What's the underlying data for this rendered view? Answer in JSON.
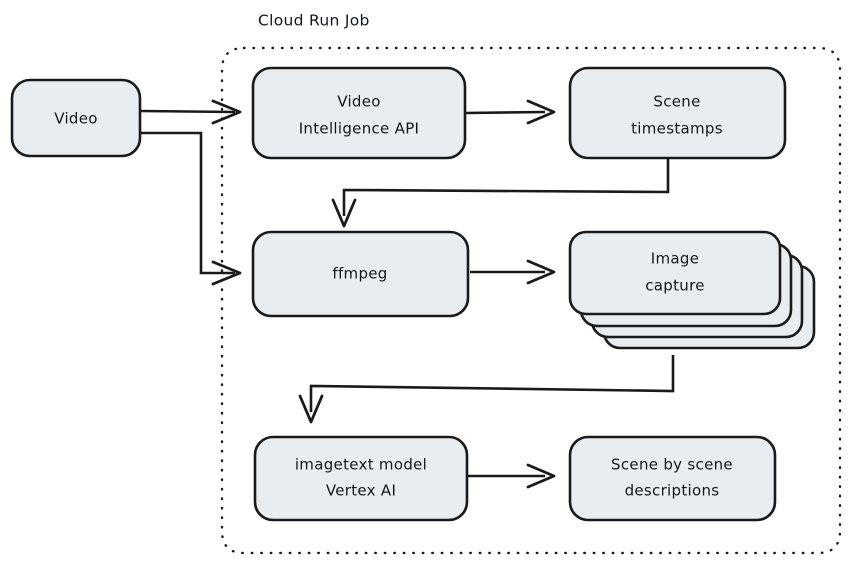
{
  "diagram": {
    "title": "Cloud Run Job",
    "colors": {
      "node_fill": "#e8edf1",
      "stroke": "#1a1a1a",
      "background": "#ffffff",
      "text": "#11181c"
    },
    "group": {
      "label": "Cloud Run Job",
      "border_style": "dotted"
    },
    "nodes": [
      {
        "id": "video",
        "lines": [
          "Video"
        ],
        "shape": "rounded-rect",
        "inside_group": false
      },
      {
        "id": "video-intelligence-api",
        "lines": [
          "Video",
          "Intelligence API"
        ],
        "shape": "rounded-rect",
        "inside_group": true
      },
      {
        "id": "scene-timestamps",
        "lines": [
          "Scene",
          "timestamps"
        ],
        "shape": "rounded-rect",
        "inside_group": true
      },
      {
        "id": "ffmpeg",
        "lines": [
          "ffmpeg"
        ],
        "shape": "rounded-rect",
        "inside_group": true
      },
      {
        "id": "image-capture",
        "lines": [
          "Image",
          "capture"
        ],
        "shape": "stacked-rounded-rect",
        "stack_count": 4,
        "inside_group": true
      },
      {
        "id": "imagetext-model-vertex-ai",
        "lines": [
          "imagetext model",
          "Vertex AI"
        ],
        "shape": "rounded-rect",
        "inside_group": true
      },
      {
        "id": "scene-by-scene-descriptions",
        "lines": [
          "Scene by scene",
          "descriptions"
        ],
        "shape": "rounded-rect",
        "inside_group": true
      }
    ],
    "edges": [
      {
        "from": "video",
        "to": "video-intelligence-api",
        "style": "straight-arrow"
      },
      {
        "from": "video",
        "to": "ffmpeg",
        "style": "elbow-arrow"
      },
      {
        "from": "video-intelligence-api",
        "to": "scene-timestamps",
        "style": "straight-arrow"
      },
      {
        "from": "scene-timestamps",
        "to": "ffmpeg",
        "style": "elbow-arrow"
      },
      {
        "from": "ffmpeg",
        "to": "image-capture",
        "style": "straight-arrow"
      },
      {
        "from": "image-capture",
        "to": "imagetext-model-vertex-ai",
        "style": "elbow-arrow"
      },
      {
        "from": "imagetext-model-vertex-ai",
        "to": "scene-by-scene-descriptions",
        "style": "straight-arrow"
      }
    ]
  }
}
